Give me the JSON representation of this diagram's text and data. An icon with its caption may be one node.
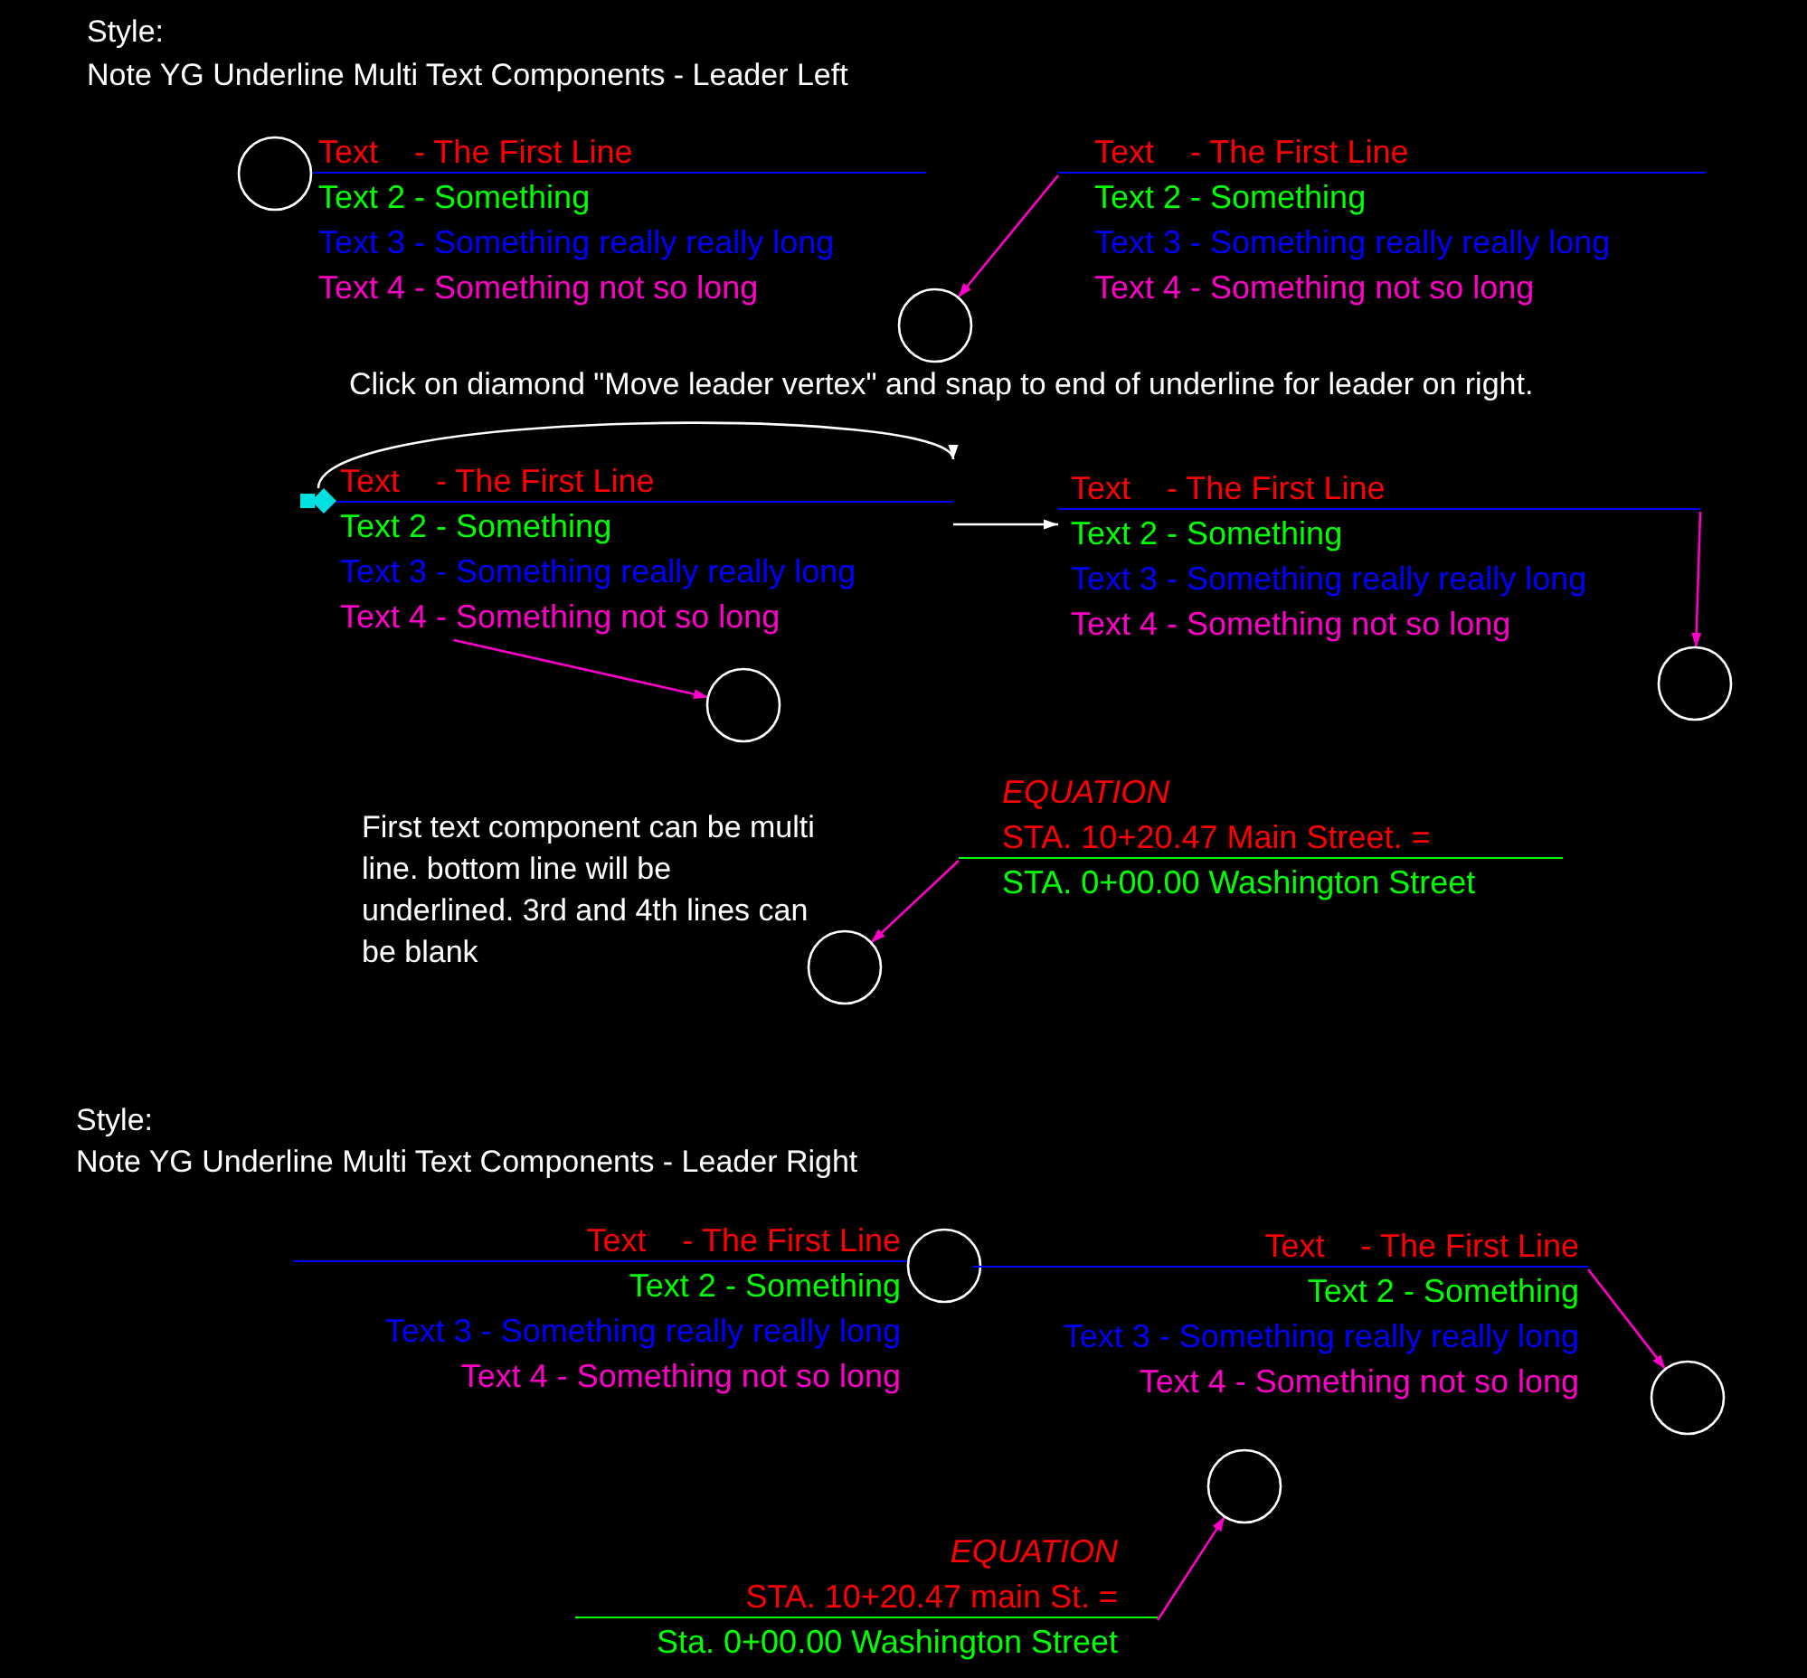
{
  "diagram": {
    "nodes": [
      {
        "text": [
          "Text    - The First Line",
          "Text 2 - Something",
          "Text 3 - Something really really long",
          "Text 4 - Something not so long"
        ]
      },
      {
        "text": [],
        "shape": "circle"
      },
      {
        "text": [
          "Text    - The First Line",
          "Text 2 - Something",
          "Text 3 - Something really really long",
          "Text 4 - Something not so long"
        ]
      },
      {
        "text": [],
        "shape": "circle"
      },
      {
        "text": [],
        "shape": "diamond"
      },
      {
        "text": [
          "Text    - The First Line",
          "Text 2 - Something",
          "Text 3 - Something really really long",
          "Text 4 - Something not so long"
        ]
      },
      {
        "text": [],
        "shape": "circle"
      },
      {
        "text": [
          "Text    - The First Line",
          "Text 2 - Something",
          "Text 3 - Something really really long",
          "Text 4 - Something not so long"
        ]
      },
      {
        "text": [],
        "shape": "circle"
      },
      {
        "text": [
          "EQUATION",
          "STA. 10+20.47 Main Street. =",
          "STA. 0+00.00 Washington Street"
        ]
      },
      {
        "text": [],
        "shape": "circle"
      },
      {
        "text": [
          "Text    - The First Line",
          "Text 2 - Something",
          "Text 3 - Something really really long",
          "Text 4 - Something not so long"
        ]
      },
      {
        "text": [],
        "shape": "circle"
      },
      {
        "text": [
          "Text    - The First Line",
          "Text 2 - Something",
          "Text 3 - Something really really long",
          "Text 4 - Something not so long"
        ]
      },
      {
        "text": [],
        "shape": "circle"
      },
      {
        "text": [],
        "shape": "circle"
      },
      {
        "text": [
          "EQUATION",
          "STA. 10+20.47 main St. =",
          "Sta. 0+00.00 Washington Street"
        ]
      }
    ],
    "edges": [
      {
        "from": 2,
        "to": 3,
        "arrow": "to"
      },
      {
        "from": 4,
        "to": 5,
        "arrow": "to",
        "color": "#ffffff"
      },
      {
        "from": 5,
        "to": 6,
        "arrow": "to"
      },
      {
        "from": 5,
        "to": 7,
        "arrow": "to",
        "color": "#ffffff"
      },
      {
        "from": 7,
        "to": 8,
        "arrow": "to"
      },
      {
        "from": 9,
        "to": 10,
        "arrow": "to"
      },
      {
        "from": 13,
        "to": 14,
        "arrow": "to"
      },
      {
        "from": 16,
        "to": 15,
        "arrow": "to"
      }
    ],
    "labels": [
      "Style:",
      "Note YG Underline Multi Text Components - Leader Left",
      "Click on diamond \"Move leader vertex\" and snap to end of underline for leader on right.",
      "First text component can be multi line. bottom line will be underlined. 3rd and 4th lines can be blank",
      "Style:",
      "Note YG Underline Multi Text Components - Leader Right"
    ]
  }
}
